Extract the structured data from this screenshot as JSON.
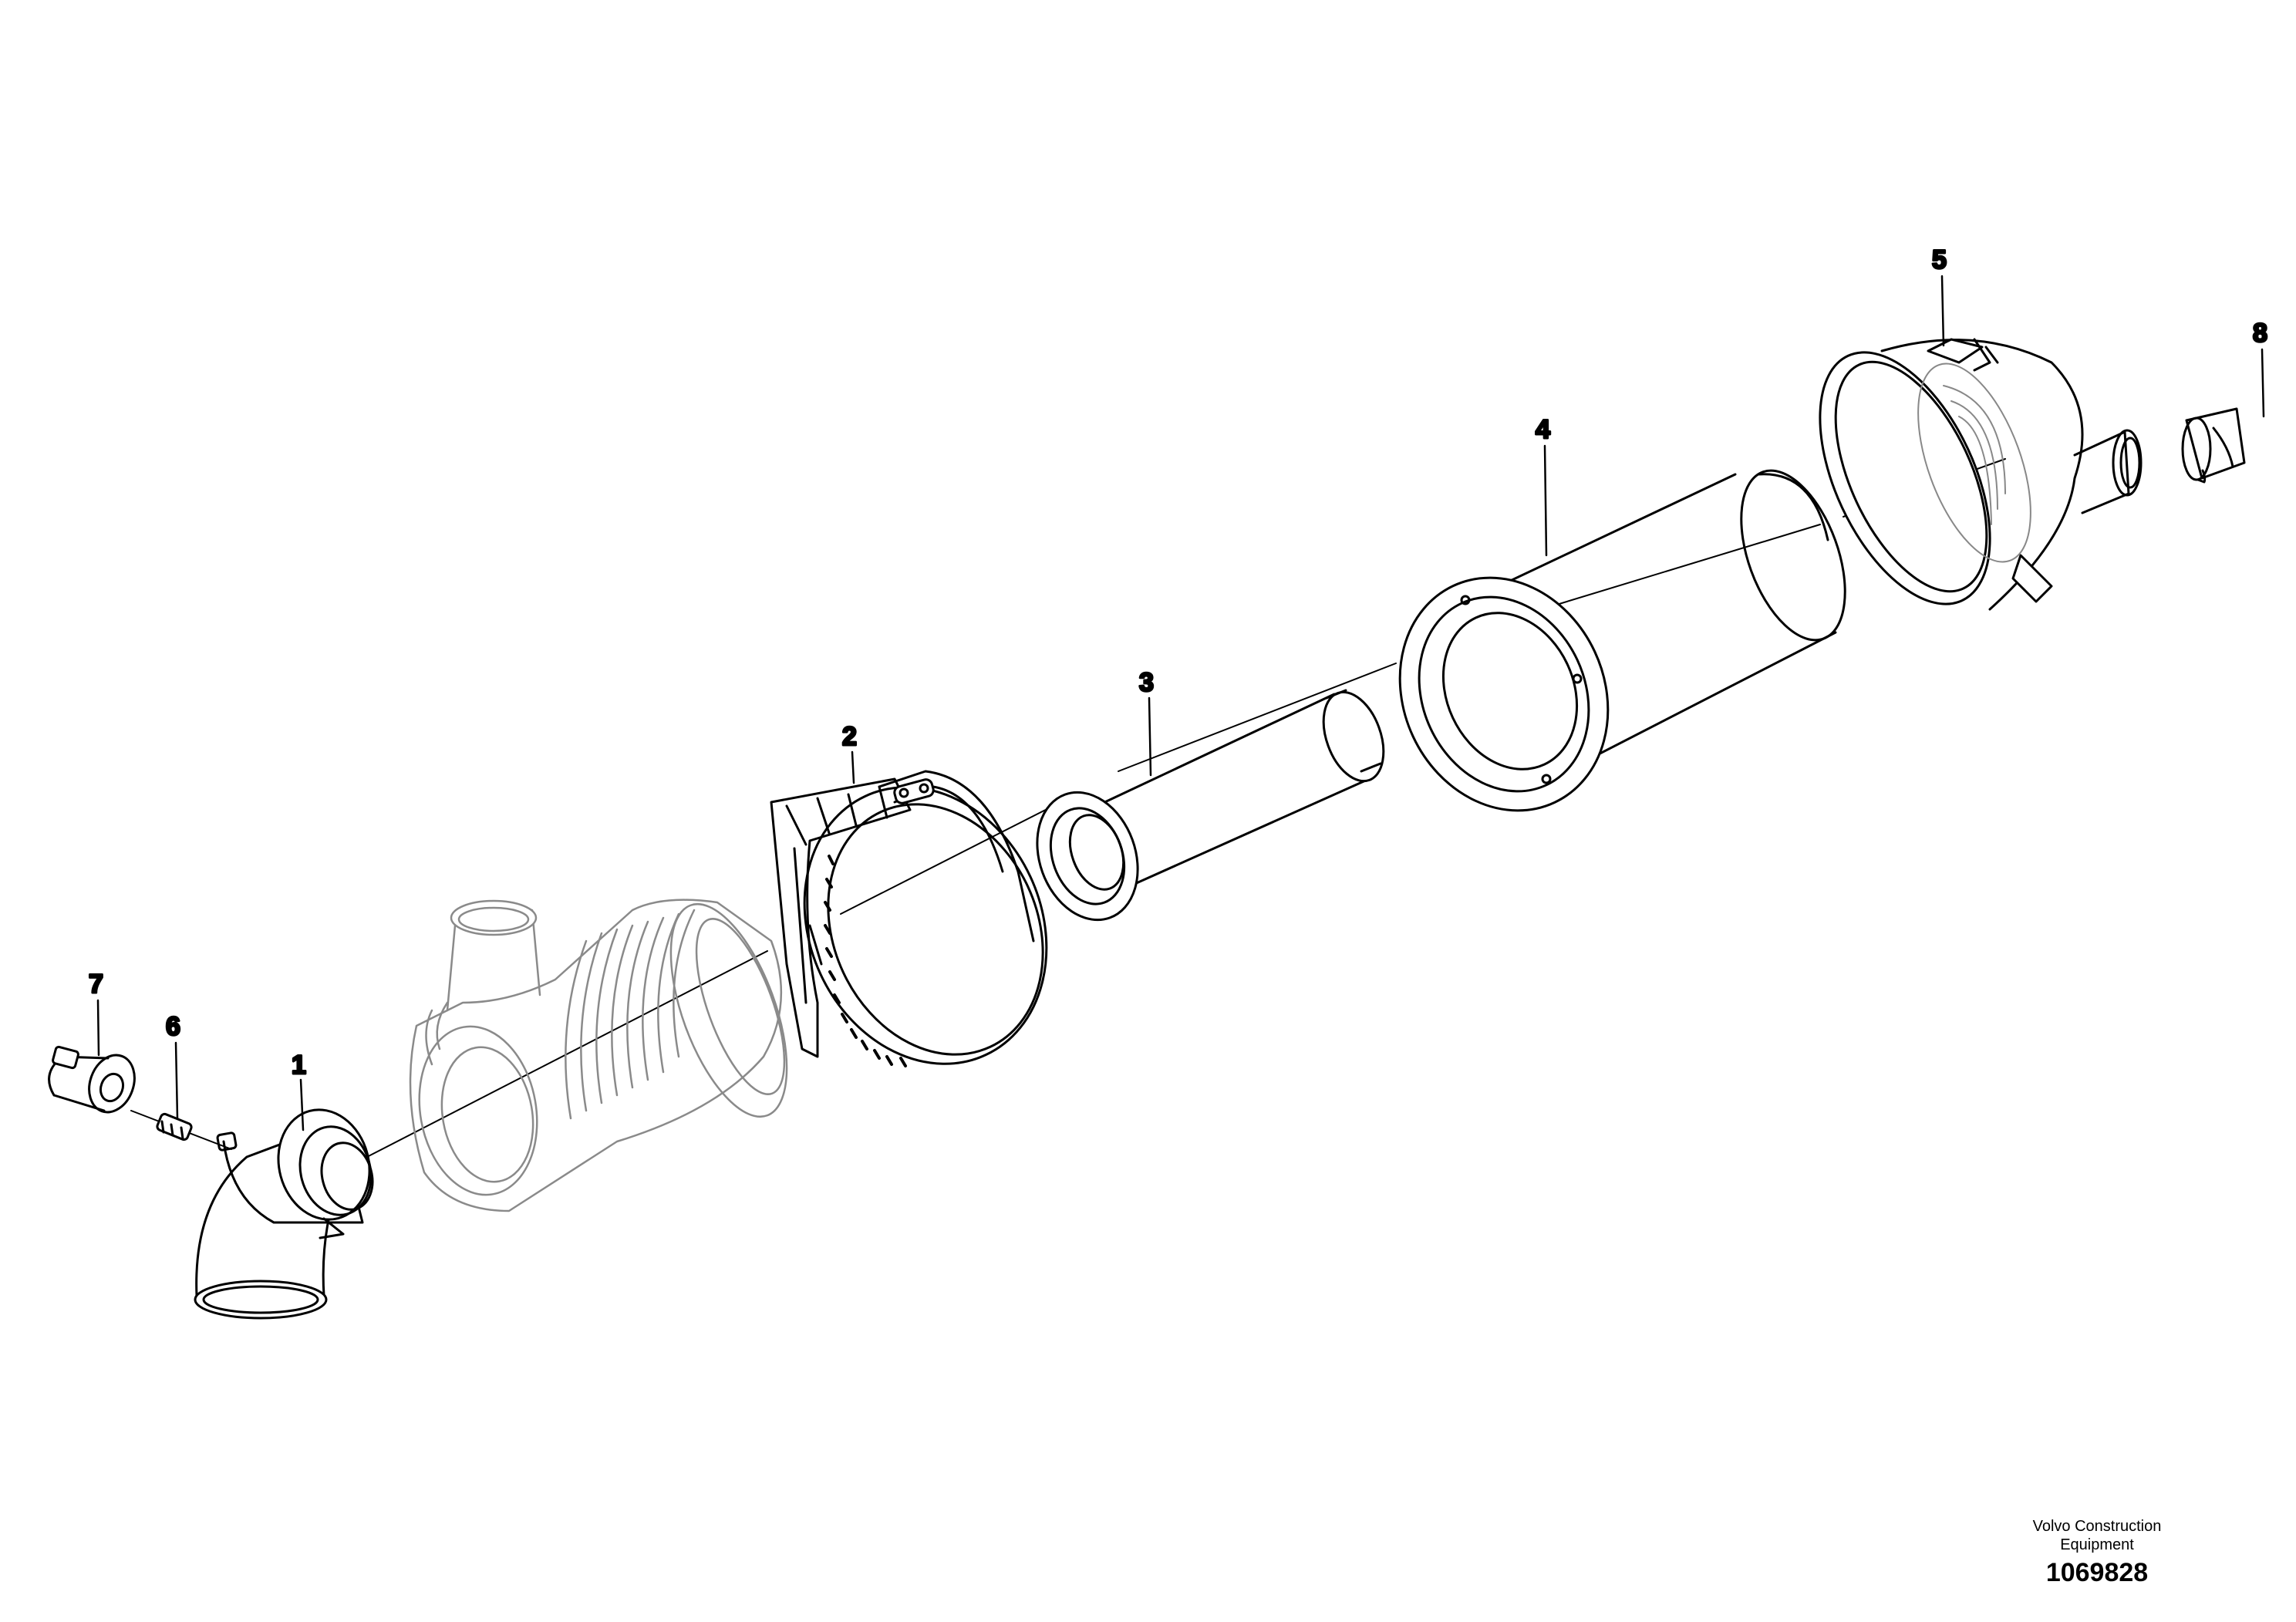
{
  "diagram": {
    "parts": [
      {
        "id": "part-1",
        "label": "1"
      },
      {
        "id": "part-2",
        "label": "2"
      },
      {
        "id": "part-3",
        "label": "3"
      },
      {
        "id": "part-4",
        "label": "4"
      },
      {
        "id": "part-5",
        "label": "5"
      },
      {
        "id": "part-6",
        "label": "6"
      },
      {
        "id": "part-7",
        "label": "7"
      },
      {
        "id": "part-8",
        "label": "8"
      }
    ]
  },
  "footer": {
    "credit_line1": "Volvo Construction",
    "credit_line2": "Equipment",
    "drawing_number": "1069828"
  }
}
